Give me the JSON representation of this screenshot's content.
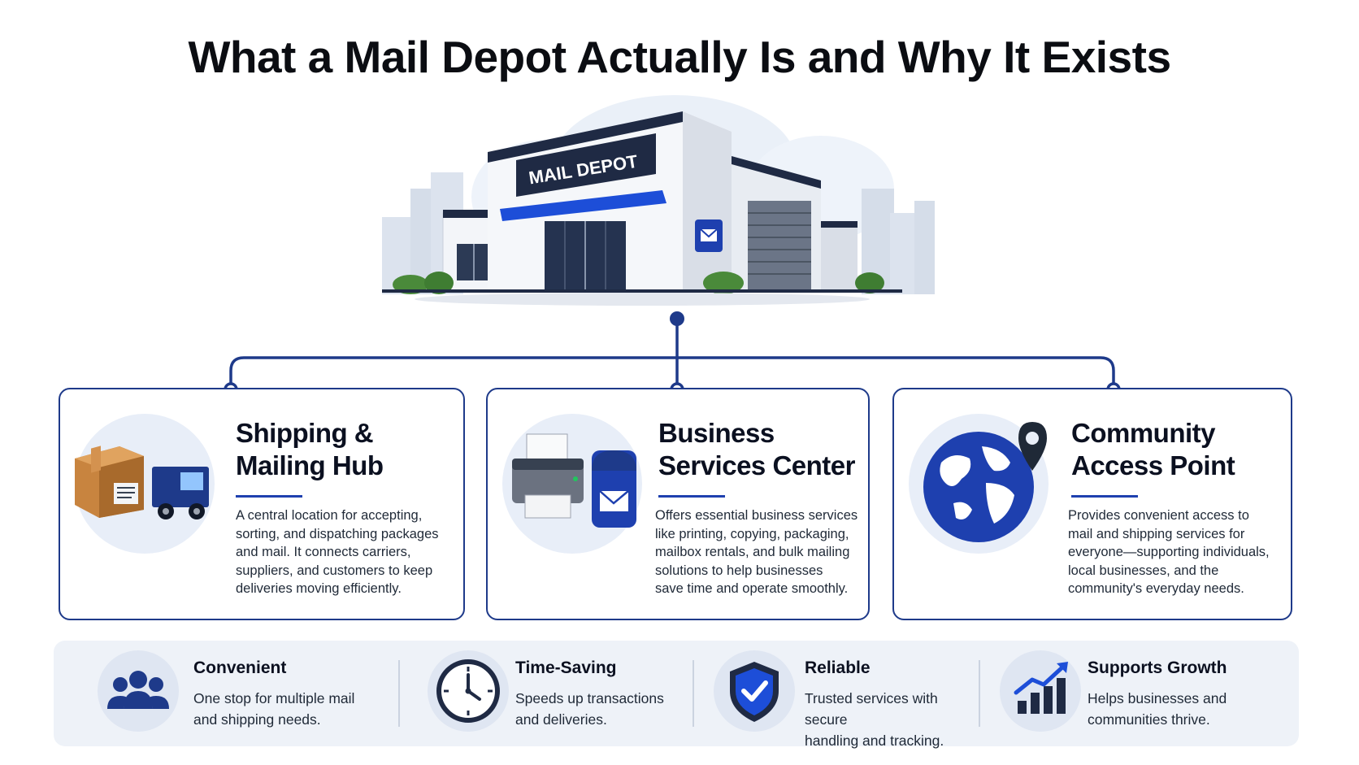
{
  "title": "What a Mail Depot Actually Is and Why It Exists",
  "hero": {
    "sign_text": "MAIL DEPOT",
    "image_icon": "mail-depot-building"
  },
  "cards": [
    {
      "title_line1": "Shipping &",
      "title_line2": "Mailing Hub",
      "desc_lines": [
        "A central location for accepting,",
        "sorting, and dispatching packages",
        "and mail. It connects carriers,",
        "suppliers, and customers to keep",
        "deliveries moving efficiently."
      ],
      "icon": "package-truck-icon"
    },
    {
      "title_line1": "Business",
      "title_line2": "Services Center",
      "desc_lines": [
        "Offers essential business services",
        "like printing, copying, packaging,",
        "mailbox rentals, and bulk mailing",
        "solutions to help businesses",
        "save time and operate smoothly."
      ],
      "icon": "printer-mailbox-icon"
    },
    {
      "title_line1": "Community",
      "title_line2": "Access Point",
      "desc_lines": [
        "Provides convenient access to",
        "mail and shipping services for",
        "everyone—supporting individuals,",
        "local businesses, and the",
        "community's everyday needs."
      ],
      "icon": "globe-pin-icon"
    }
  ],
  "benefits": [
    {
      "title": "Convenient",
      "desc_lines": [
        "One stop for multiple mail",
        "and shipping needs."
      ],
      "icon": "people-icon"
    },
    {
      "title": "Time-Saving",
      "desc_lines": [
        "Speeds up transactions",
        "and deliveries."
      ],
      "icon": "clock-icon"
    },
    {
      "title": "Reliable",
      "desc_lines": [
        "Trusted services with secure",
        "handling and tracking."
      ],
      "icon": "shield-check-icon"
    },
    {
      "title": "Supports Growth",
      "desc_lines": [
        "Helps businesses and",
        "communities thrive."
      ],
      "icon": "growth-chart-icon"
    }
  ],
  "colors": {
    "navy": "#1e3a8a",
    "blue": "#1e40af",
    "accent": "#1d4ed8",
    "panel": "#eef2f8"
  }
}
